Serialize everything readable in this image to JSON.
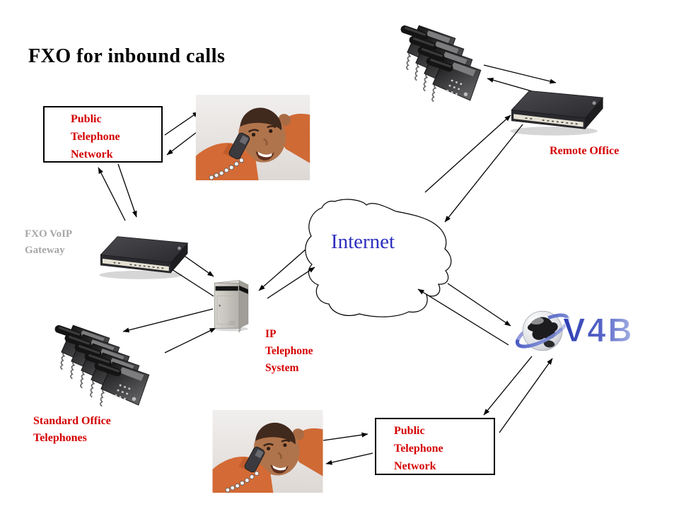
{
  "title": "FXO for inbound calls",
  "colors": {
    "label_red": "#d40000",
    "internet_blue": "#2e2ec0",
    "gateway_label_gray": "#a6a6a6",
    "device_dark": "#2e2e32",
    "v4b_blue_dark": "#2b3cb0",
    "v4b_blue_light": "#aab6e4"
  },
  "nodes": {
    "ptn_top": {
      "lines": [
        "Public",
        "Telephone",
        "Network"
      ]
    },
    "fxo_gateway_label": {
      "lines": [
        "FXO VoIP",
        "Gateway"
      ]
    },
    "internet_label": "Internet",
    "remote_office_label": "Remote Office",
    "ip_system_label": {
      "lines": [
        "IP",
        "Telephone",
        "System"
      ]
    },
    "standard_phones_label": {
      "lines": [
        "Standard Office",
        "Telephones"
      ]
    },
    "ptn_bottom": {
      "lines": [
        "Public",
        "Telephone",
        "Network"
      ]
    },
    "v4b_logo_text": "V4B"
  }
}
